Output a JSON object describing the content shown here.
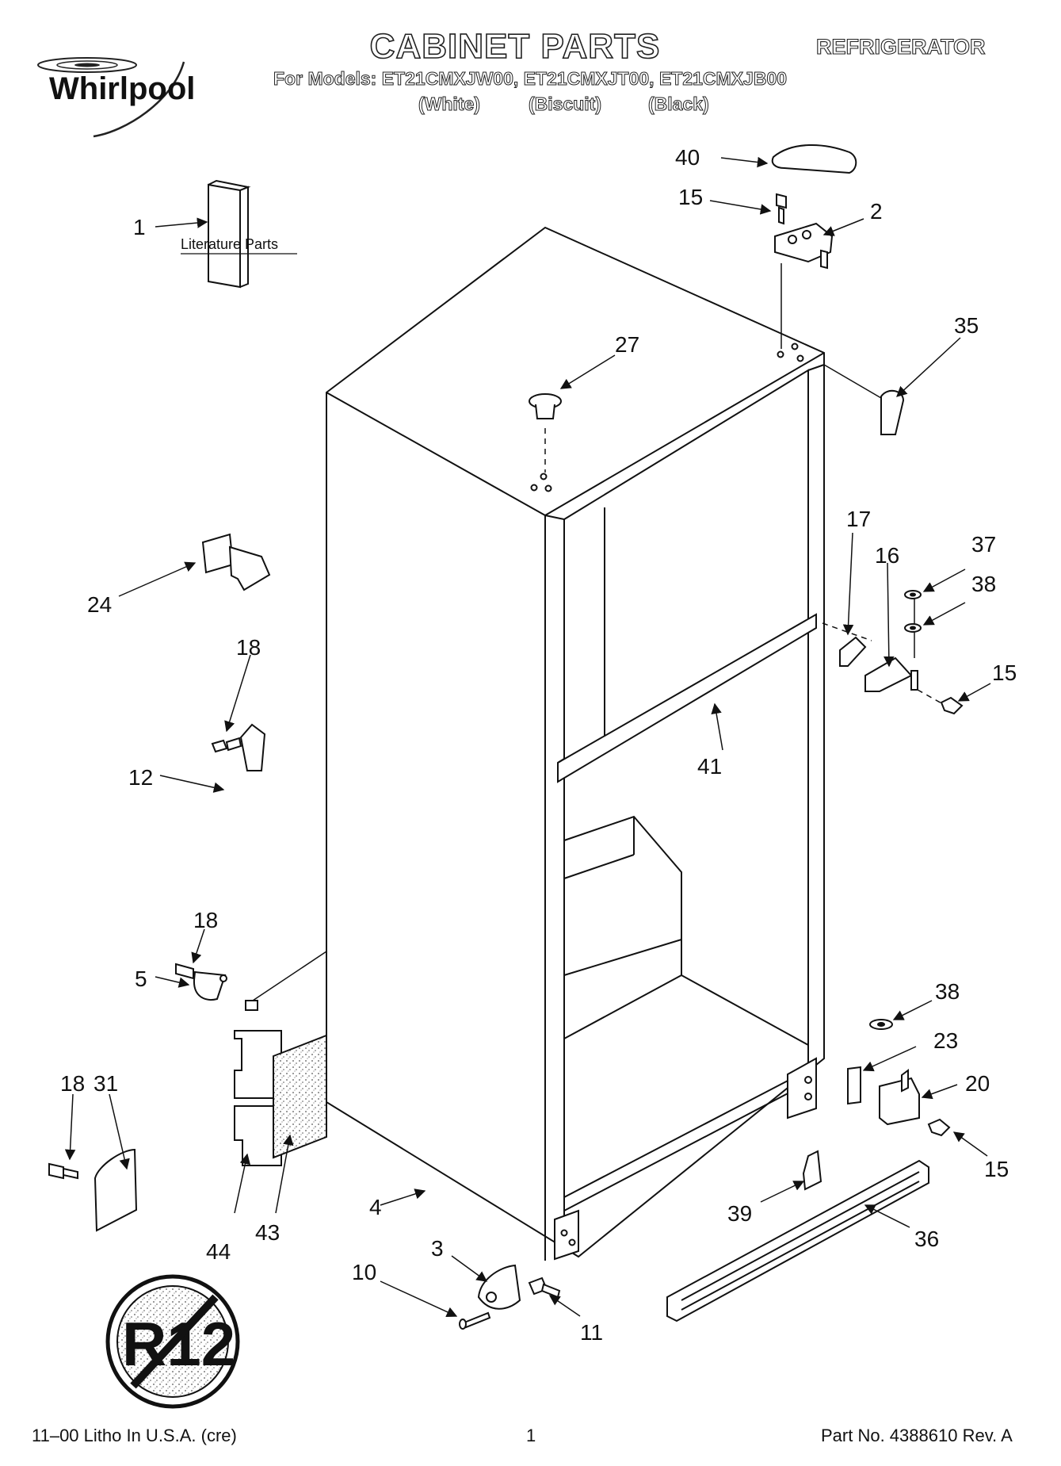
{
  "brand": "Whirlpool",
  "header": {
    "title": "CABINET PARTS",
    "category": "REFRIGERATOR",
    "models_line": "For Models: ET21CMXJW00, ET21CMXJT00, ET21CMXJB00",
    "colors": [
      "(White)",
      "(Biscuit)",
      "(Black)"
    ]
  },
  "literature_label": "Literature Parts",
  "callouts": [
    {
      "id": "c1",
      "text": "1"
    },
    {
      "id": "c2",
      "text": "2"
    },
    {
      "id": "c3",
      "text": "3"
    },
    {
      "id": "c4",
      "text": "4"
    },
    {
      "id": "c5",
      "text": "5"
    },
    {
      "id": "c10",
      "text": "10"
    },
    {
      "id": "c11",
      "text": "11"
    },
    {
      "id": "c12",
      "text": "12"
    },
    {
      "id": "c15a",
      "text": "15"
    },
    {
      "id": "c15b",
      "text": "15"
    },
    {
      "id": "c15c",
      "text": "15"
    },
    {
      "id": "c16",
      "text": "16"
    },
    {
      "id": "c17",
      "text": "17"
    },
    {
      "id": "c18a",
      "text": "18"
    },
    {
      "id": "c18b",
      "text": "18"
    },
    {
      "id": "c18c",
      "text": "18"
    },
    {
      "id": "c20",
      "text": "20"
    },
    {
      "id": "c23",
      "text": "23"
    },
    {
      "id": "c24",
      "text": "24"
    },
    {
      "id": "c27",
      "text": "27"
    },
    {
      "id": "c31",
      "text": "31"
    },
    {
      "id": "c35",
      "text": "35"
    },
    {
      "id": "c36",
      "text": "36"
    },
    {
      "id": "c37",
      "text": "37"
    },
    {
      "id": "c38a",
      "text": "38"
    },
    {
      "id": "c38b",
      "text": "38"
    },
    {
      "id": "c39",
      "text": "39"
    },
    {
      "id": "c40",
      "text": "40"
    },
    {
      "id": "c41",
      "text": "41"
    },
    {
      "id": "c43",
      "text": "43"
    },
    {
      "id": "c44",
      "text": "44"
    }
  ],
  "r12_symbol": "R12",
  "footer": {
    "left": "11–00 Litho In U.S.A. (cre)",
    "page": "1",
    "right": "Part No. 4388610 Rev. A"
  }
}
